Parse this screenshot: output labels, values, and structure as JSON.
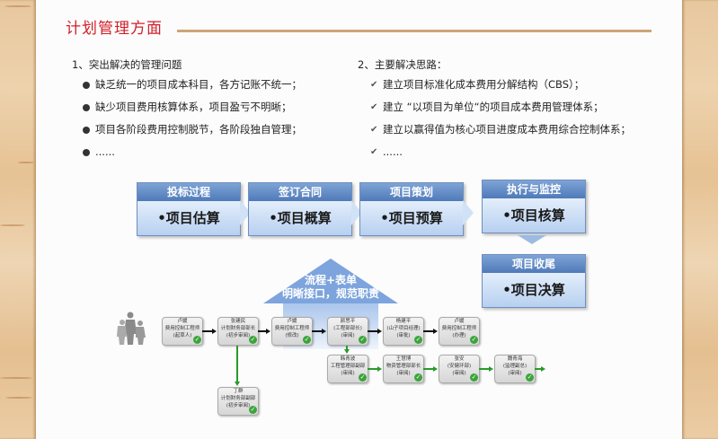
{
  "title": "计划管理方面",
  "problems": {
    "heading": "1、突出解决的管理问题",
    "items": [
      "缺乏统一的项目成本科目，各方记账不统一；",
      "缺少项目费用核算体系，项目盈亏不明晰；",
      "项目各阶段费用控制脱节，各阶段独自管理；",
      "......"
    ]
  },
  "solutions": {
    "heading": "2、主要解决思路：",
    "items": [
      "建立项目标准化成本费用分解结构（CBS）；",
      "建立 “以项目为单位“的项目成本费用管理体系；",
      "建立以赢得值为核心项目进度成本费用综合控制体系；",
      "......"
    ]
  },
  "phases": [
    {
      "head": "投标过程",
      "body": "•项目估算"
    },
    {
      "head": "签订合同",
      "body": "•项目概算"
    },
    {
      "head": "项目策划",
      "body": "•项目预算"
    },
    {
      "head": "执行与监控",
      "body": "•项目核算"
    },
    {
      "head": "项目收尾",
      "body": "•项目决算"
    }
  ],
  "house": {
    "line1": "流程+表单",
    "line2": "明晰接口，规范职责"
  },
  "workflow": {
    "row1": [
      {
        "name": "卢媛",
        "role": "费用控制工程师",
        "action": "(起草人)"
      },
      {
        "name": "张建民",
        "role": "计划财务部部长",
        "action": "(初步审阅)"
      },
      {
        "name": "卢媛",
        "role": "费用控制工程师",
        "action": "(修改)"
      },
      {
        "name": "颜思平",
        "role": "(工程部部长)",
        "action": "(审阅)"
      },
      {
        "name": "杨建平",
        "role": "(山子项目经理)",
        "action": "(审批)"
      },
      {
        "name": "卢媛",
        "role": "费用控制工程师",
        "action": "(办理)"
      }
    ],
    "row2": [
      {
        "name": "韩青波",
        "role": "工程管理部副部",
        "action": "(审阅)"
      },
      {
        "name": "王慧博",
        "role": "物资管理部部长",
        "action": "(审阅)"
      },
      {
        "name": "张安",
        "role": "(安健环部)",
        "action": "(审阅)"
      },
      {
        "name": "魏青海",
        "role": "(监理副总)",
        "action": "(审阅)"
      }
    ],
    "branch": {
      "name": "丁群",
      "role": "计划财务部副部",
      "action": "(初步审阅)"
    }
  }
}
